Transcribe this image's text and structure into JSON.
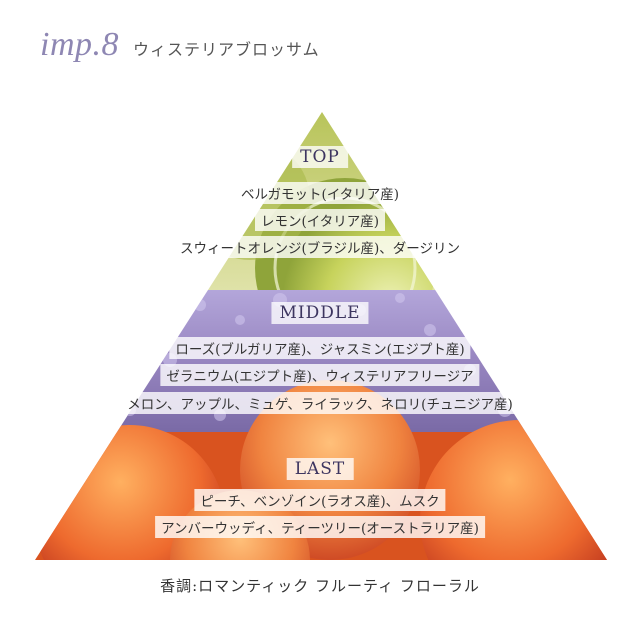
{
  "header": {
    "brand": "imp.8",
    "product": "ウィステリアブロッサム"
  },
  "pyramid": {
    "top": {
      "label": "TOP",
      "notes": [
        "ベルガモット(イタリア産)",
        "レモン(イタリア産)",
        "スウィートオレンジ(ブラジル産)、ダージリン"
      ]
    },
    "middle": {
      "label": "MIDDLE",
      "notes": [
        "ローズ(ブルガリア産)、ジャスミン(エジプト産)",
        "ゼラニウム(エジプト産)、ウィステリアフリージア",
        "メロン、アップル、ミュゲ、ライラック、ネロリ(チュニジア産)"
      ]
    },
    "last": {
      "label": "LAST",
      "notes": [
        "ピーチ、ベンゾイン(ラオス産)、ムスク",
        "アンバーウッディ、ティーツリー(オーストラリア産)"
      ]
    }
  },
  "footer": {
    "scent": "香調:ロマンティック フルーティ フローラル"
  },
  "colors": {
    "brand": "#8e87b3",
    "top_tier": "#c9cf5a",
    "middle_tier": "#9d8fc4",
    "last_tier": "#e8693a"
  }
}
